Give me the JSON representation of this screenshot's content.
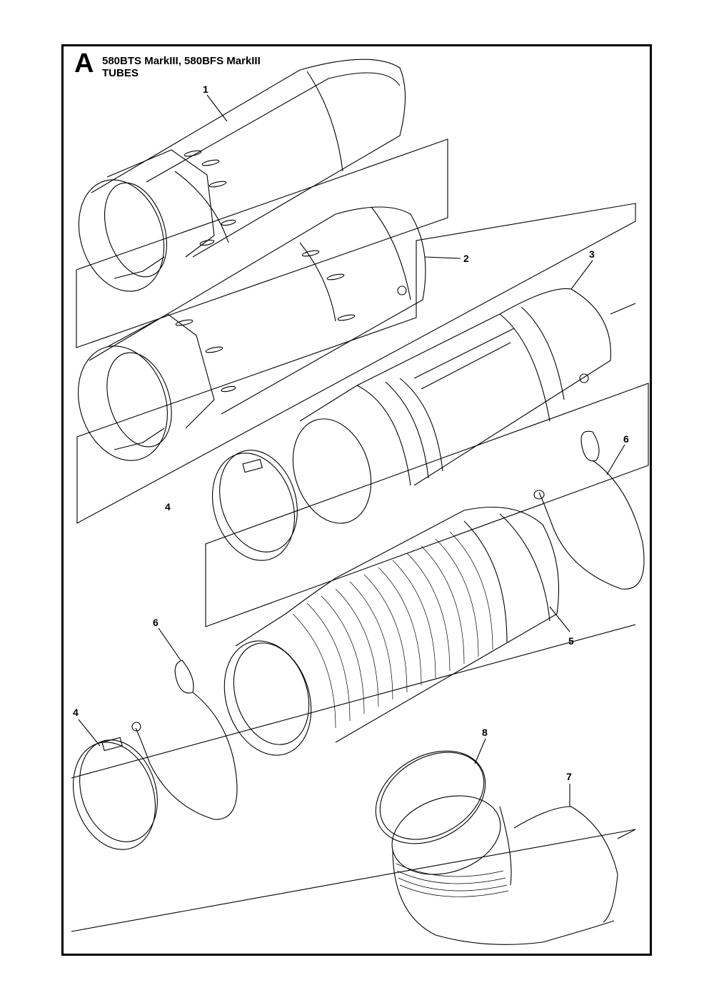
{
  "header": {
    "section_letter": "A",
    "model_line": "580BTS MarkIII, 580BFS MarkIII",
    "subtitle": "TUBES"
  },
  "callouts": {
    "c1": "1",
    "c2": "2",
    "c3": "3",
    "c4a": "4",
    "c4b": "4",
    "c5": "5",
    "c6a": "6",
    "c6b": "6",
    "c7": "7",
    "c8": "8"
  }
}
